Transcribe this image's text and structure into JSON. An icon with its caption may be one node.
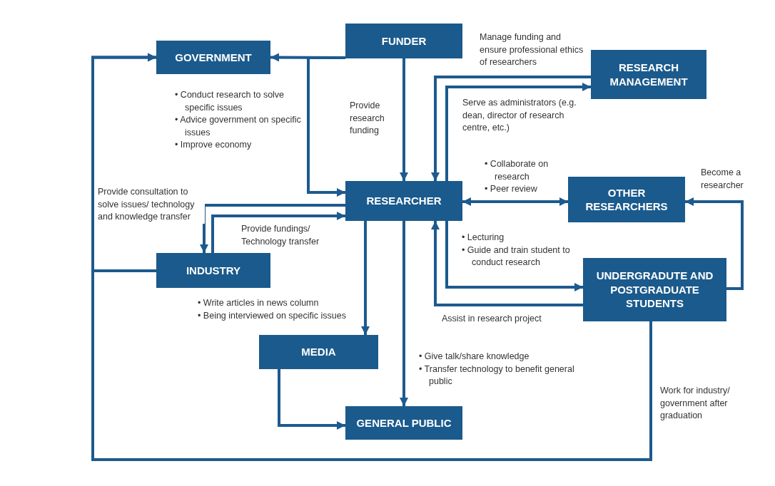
{
  "diagram": {
    "nodes": [
      {
        "text": [
          "FUNDER"
        ]
      },
      {
        "text": [
          "GOVERNMENT"
        ]
      },
      {
        "text": [
          "RESEARCH MANAGEMENT"
        ]
      },
      {
        "text": [
          "RESEARCHER"
        ]
      },
      {
        "text": [
          "OTHER RESEARCHERS"
        ]
      },
      {
        "text": [
          "INDUSTRY"
        ]
      },
      {
        "text": [
          "UNDERGRADUTE AND POSTGRADUATE STUDENTS"
        ]
      },
      {
        "text": [
          "MEDIA"
        ]
      },
      {
        "text": [
          "GENERAL PUBLIC"
        ]
      }
    ],
    "edges": [
      {
        "from": 0,
        "to": 1,
        "arrow": "to"
      },
      {
        "from": 0,
        "to": 3,
        "arrow": "to",
        "label": "Provide research funding"
      },
      {
        "from": 0,
        "to": 3,
        "arrow": "to"
      },
      {
        "from": 5,
        "to": 1,
        "arrow": "to"
      },
      {
        "from": 6,
        "to": 1,
        "arrow": "to",
        "label": "Work for industry/ government after graduation"
      },
      {
        "from": 3,
        "to": 5,
        "arrow": "to",
        "label": "Provide consultation to solve issues/ technology and knowledge transfer"
      },
      {
        "from": 5,
        "to": 3,
        "arrow": "to",
        "label": "Provide fundings/ Technology transfer"
      },
      {
        "from": 3,
        "to": 7,
        "arrow": "to"
      },
      {
        "from": 3,
        "to": 8,
        "arrow": "to"
      },
      {
        "from": 7,
        "to": 8,
        "arrow": "to"
      },
      {
        "from": 3,
        "to": 4,
        "arrow": "both"
      },
      {
        "from": 2,
        "to": 3,
        "arrow": "to",
        "label": "Manage funding and ensure professional ethics of researchers"
      },
      {
        "from": 3,
        "to": 2,
        "arrow": "to",
        "label": "Serve as administrators (e.g. dean, director of research centre, etc.)"
      },
      {
        "from": 3,
        "to": 6,
        "arrow": "to"
      },
      {
        "from": 6,
        "to": 3,
        "arrow": "to",
        "label": "Assist in research project"
      },
      {
        "from": 6,
        "to": 4,
        "arrow": "to",
        "label": "Become a researcher"
      }
    ],
    "labels": [
      "• Conduct research to solve specific issues",
      "• Advice government on specific issues",
      "• Improve economy",
      "• Collaborate on research",
      "• Peer review",
      "• Lecturing",
      "• Guide and train student to conduct research",
      "• Write articles in news column",
      "• Being interviewed on specific issues",
      "• Give talk/share knowledge",
      "• Transfer technology to benefit general public"
    ]
  }
}
